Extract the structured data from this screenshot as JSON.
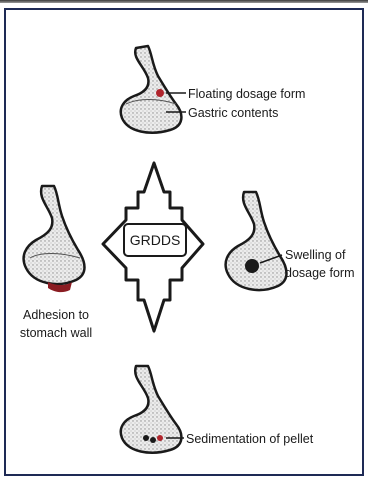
{
  "diagram": {
    "center_label": "GRDDS",
    "mechanisms": {
      "floating": {
        "line1": "Floating dosage form",
        "line2": "Gastric contents"
      },
      "adhesion": {
        "line1": "Adhesion to",
        "line2": "stomach wall"
      },
      "swelling": {
        "line1": "Swelling of",
        "line2": "dosage form"
      },
      "sedimentation": {
        "line1": "Sedimentation of pellet"
      }
    },
    "colors": {
      "frame": "#1e2a55",
      "ink": "#1a1a1a",
      "dosage_red": "#b0252d",
      "swelling_dark": "#1a1a1a",
      "contents_gray": "#d9d9d9"
    }
  }
}
